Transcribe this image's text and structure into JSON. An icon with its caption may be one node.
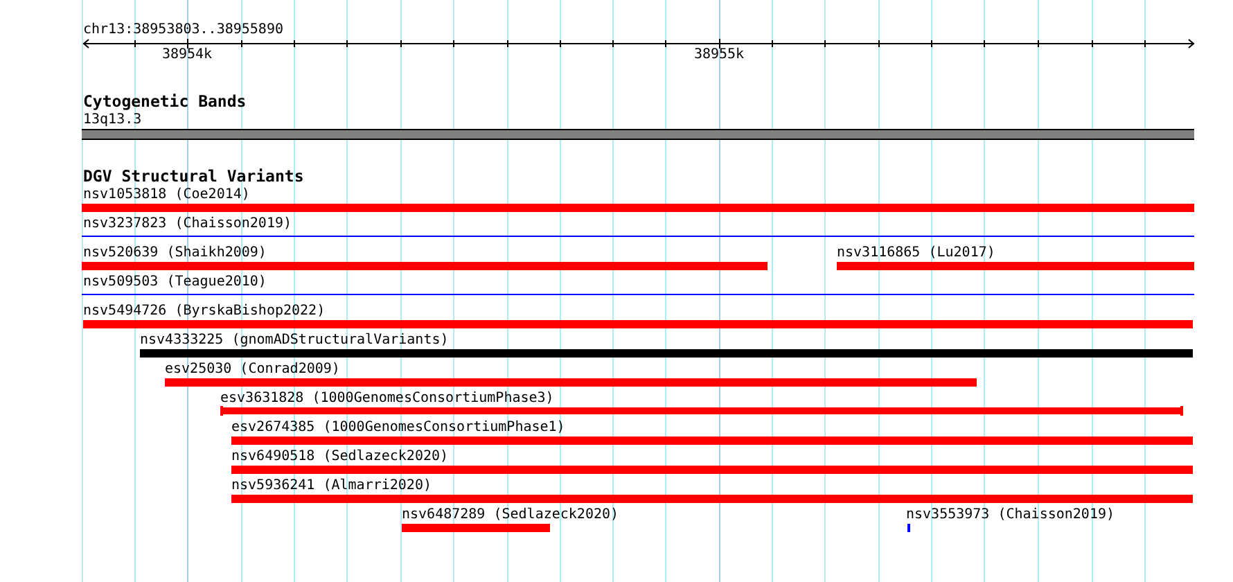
{
  "diagram": {
    "nodes": [
      {
        "text": [
          "13q13.3"
        ]
      },
      {
        "text": [
          "nsv1053818 (Coe2014)"
        ]
      },
      {
        "text": [
          "nsv3237823 (Chaisson2019)"
        ]
      },
      {
        "text": [
          "nsv520639 (Shaikh2009)"
        ]
      },
      {
        "text": [
          "nsv3116865 (Lu2017)"
        ]
      },
      {
        "text": [
          "nsv509503 (Teague2010)"
        ]
      },
      {
        "text": [
          "nsv5494726 (ByrskaBishop2022)"
        ]
      },
      {
        "text": [
          "nsv4333225 (gnomADStructuralVariants)"
        ]
      },
      {
        "text": [
          "esv25030 (Conrad2009)"
        ]
      },
      {
        "text": [
          "esv3631828 (1000GenomesConsortiumPhase3)"
        ]
      },
      {
        "text": [
          "esv2674385 (1000GenomesConsortiumPhase1)"
        ]
      },
      {
        "text": [
          "nsv6490518 (Sedlazeck2020)"
        ]
      },
      {
        "text": [
          "nsv5936241 (Almarri2020)"
        ]
      },
      {
        "text": [
          "nsv6487289 (Sedlazeck2020)"
        ]
      },
      {
        "text": [
          "nsv3553973 (Chaisson2019)"
        ]
      }
    ],
    "labels": [
      "chr13:38953803..38955890",
      "38954k",
      "38955k",
      "Cytogenetic Bands",
      "DGV Structural Variants"
    ]
  }
}
